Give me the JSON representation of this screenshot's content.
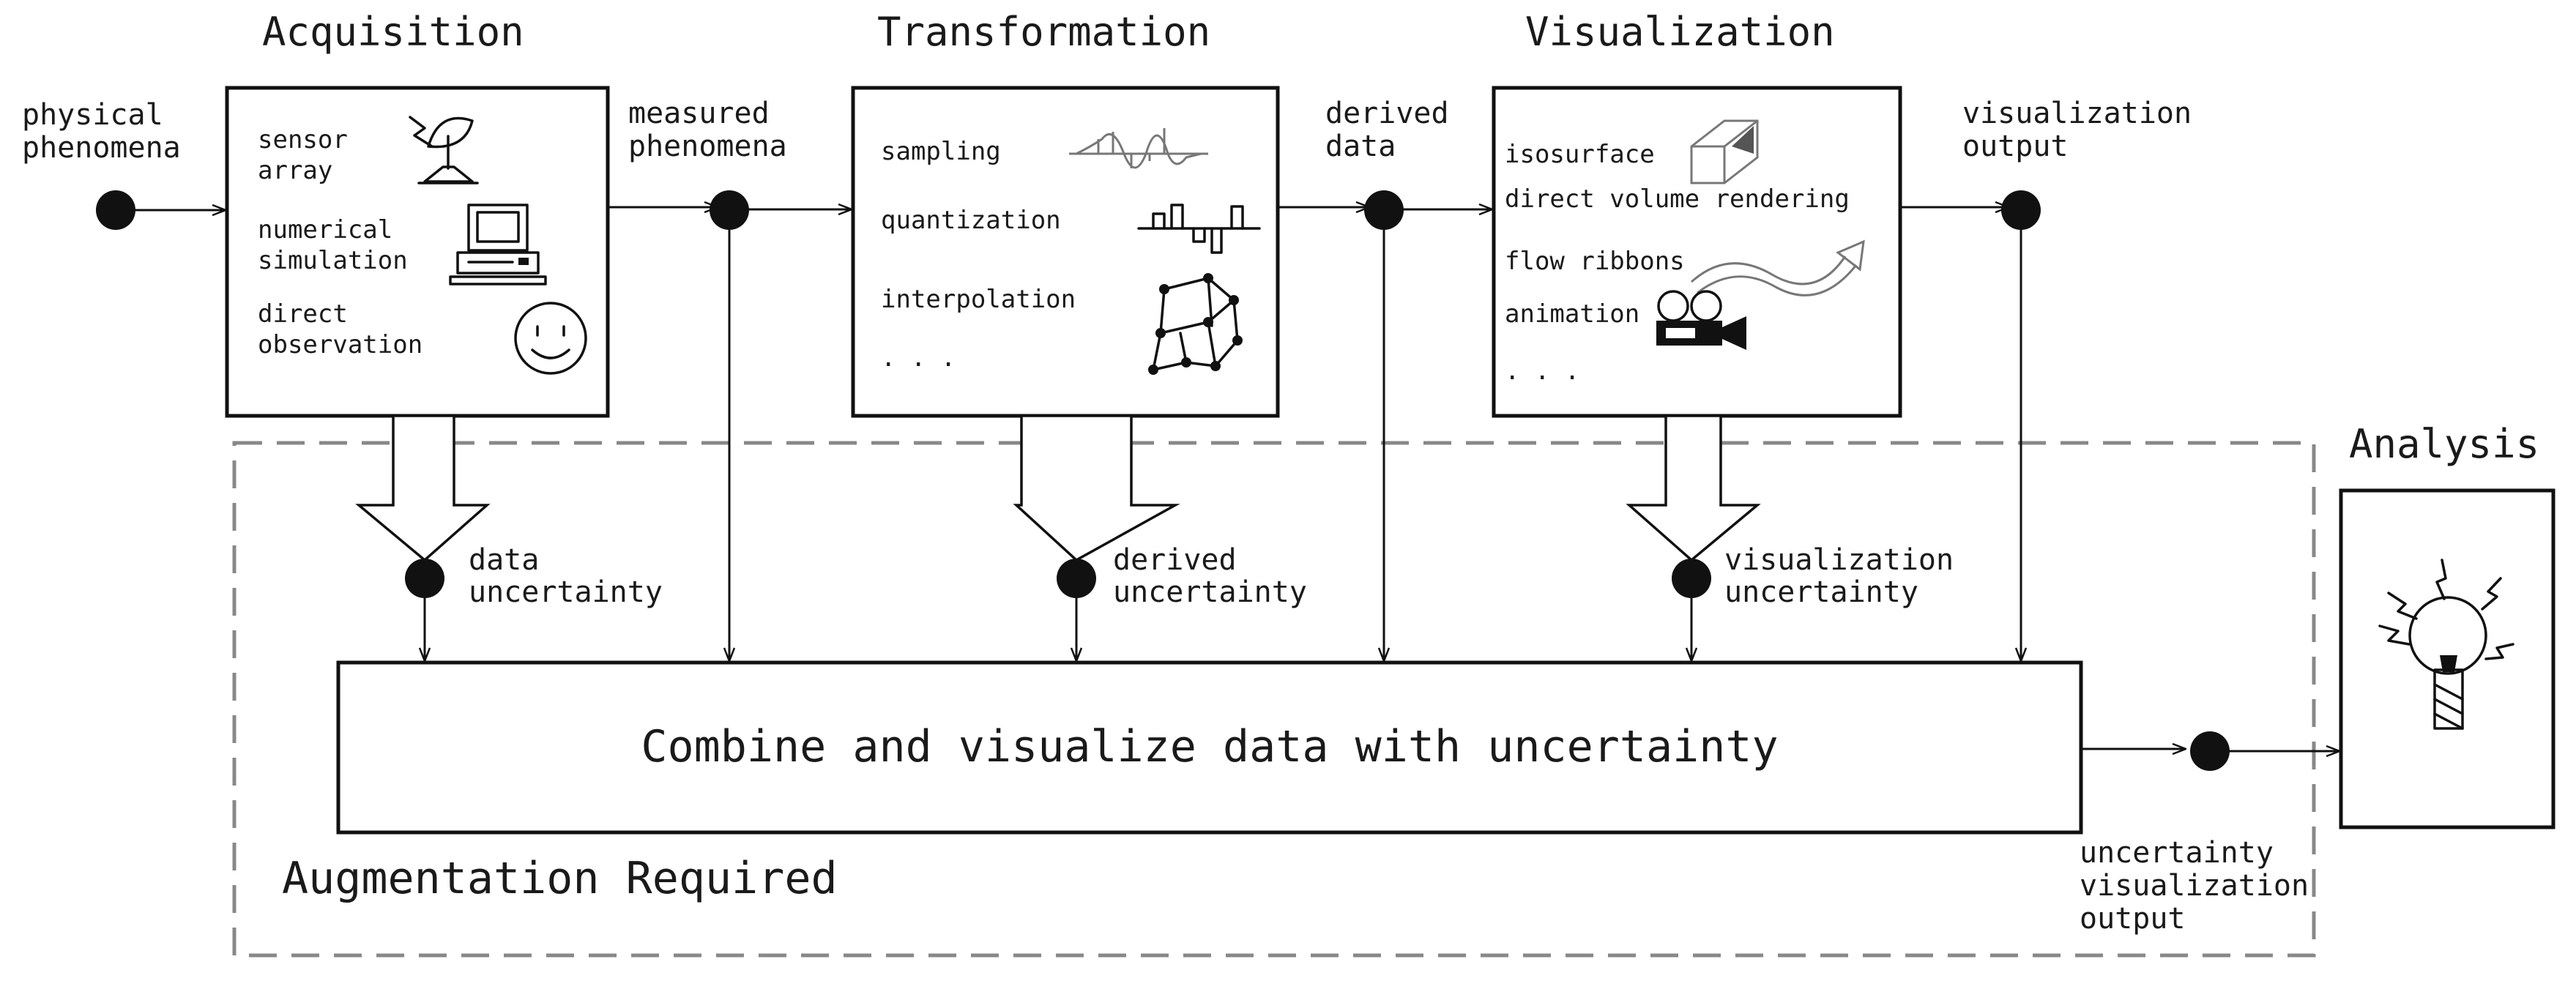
{
  "stages": {
    "acquisition": {
      "title": "Acquisition",
      "items": [
        "sensor",
        "array",
        "numerical",
        "simulation",
        "direct",
        "observation"
      ]
    },
    "transformation": {
      "title": "Transformation",
      "items": [
        "sampling",
        "quantization",
        "interpolation",
        ". . ."
      ]
    },
    "visualization": {
      "title": "Visualization",
      "items": [
        "isosurface",
        "direct volume rendering",
        "flow ribbons",
        "animation",
        ". . ."
      ]
    },
    "analysis": {
      "title": "Analysis"
    }
  },
  "flow_labels": {
    "physical": [
      "physical",
      "phenomena"
    ],
    "measured": [
      "measured",
      "phenomena"
    ],
    "derived": [
      "derived",
      "data"
    ],
    "vis_output": [
      "visualization",
      "output"
    ],
    "uv_output": [
      "uncertainty",
      "visualization",
      "output"
    ]
  },
  "uncertainty_labels": {
    "data": [
      "data",
      "uncertainty"
    ],
    "derived": [
      "derived",
      "uncertainty"
    ],
    "visualization": [
      "visualization",
      "uncertainty"
    ]
  },
  "combine_label": "Combine and visualize data with uncertainty",
  "augmentation_label": "Augmentation Required",
  "icons": {
    "sensor": "satellite-dish-icon",
    "simulation": "computer-icon",
    "observation": "smiley-face-icon",
    "sampling": "waveform-icon",
    "quantization": "quantized-signal-icon",
    "interpolation": "mesh-grid-icon",
    "isosurface": "cube-icon",
    "flow": "flow-ribbon-icon",
    "animation": "film-camera-icon",
    "insight": "lightbulb-icon"
  }
}
